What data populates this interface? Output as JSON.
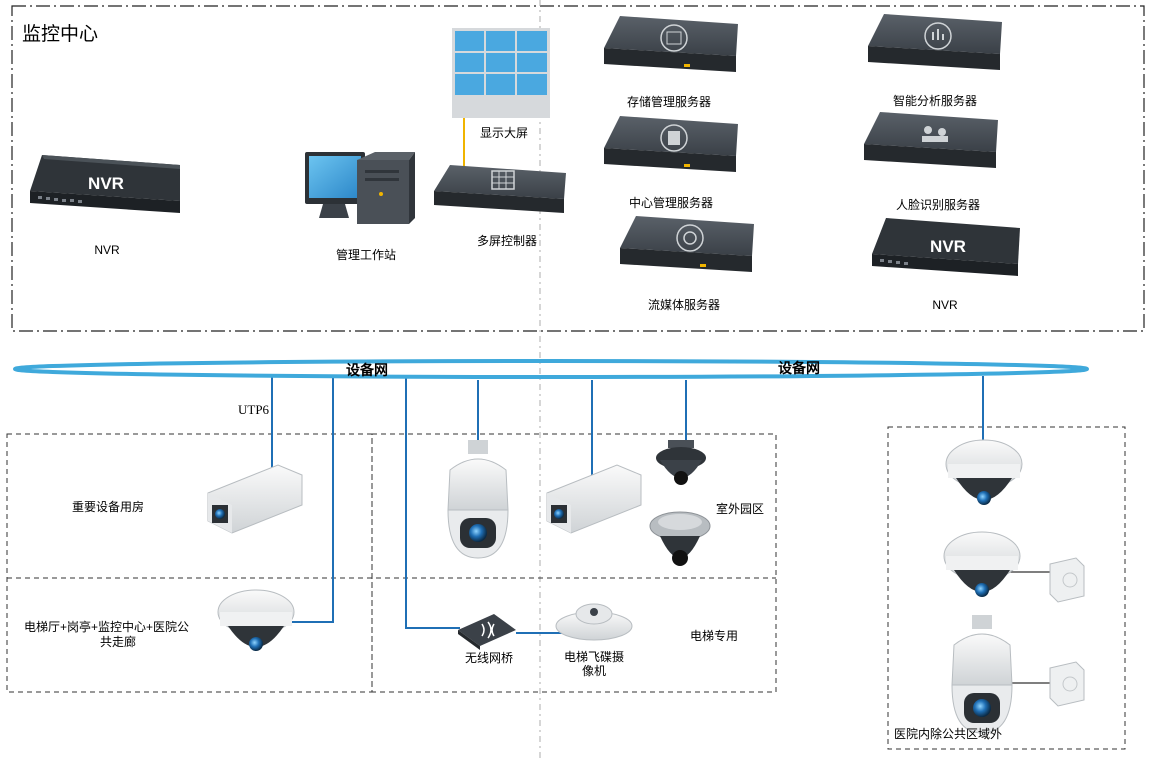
{
  "center": {
    "title": "监控中心"
  },
  "devices": {
    "nvr_left": {
      "label": "NVR",
      "face": "NVR"
    },
    "workstation": {
      "label": "管理工作站"
    },
    "video_wall": {
      "label": "显示大屏"
    },
    "multi_screen_controller": {
      "label": "多屏控制器"
    },
    "storage_server": {
      "label": "存储管理服务器"
    },
    "central_server": {
      "label": "中心管理服务器"
    },
    "streaming_server": {
      "label": "流媒体服务器"
    },
    "analysis_server": {
      "label": "智能分析服务器"
    },
    "face_server": {
      "label": "人脸识别服务器"
    },
    "nvr_right": {
      "label": "NVR",
      "face": "NVR"
    },
    "wireless_bridge": {
      "label": "无线网桥"
    },
    "elevator_camera": {
      "label_line1": "电梯飞碟摄",
      "label_line2": "像机"
    }
  },
  "network": {
    "label_left": "设备网",
    "label_right": "设备网",
    "cable_label": "UTP6"
  },
  "zones": {
    "equipment_room": "重要设备用房",
    "lobby_line1": "电梯厅+岗亭+监控中心+医院公",
    "lobby_line2": "共走廊",
    "outdoor_campus": "室外园区",
    "elevator_only": "电梯专用",
    "hospital_other": "医院内除公共区域外"
  },
  "colors": {
    "network_ring": "#3fa9db",
    "link_line": "#1f6fb5",
    "video_link": "#f0b400",
    "device_dark": "#3b4148",
    "screen_blue": "#4aa8e0"
  }
}
